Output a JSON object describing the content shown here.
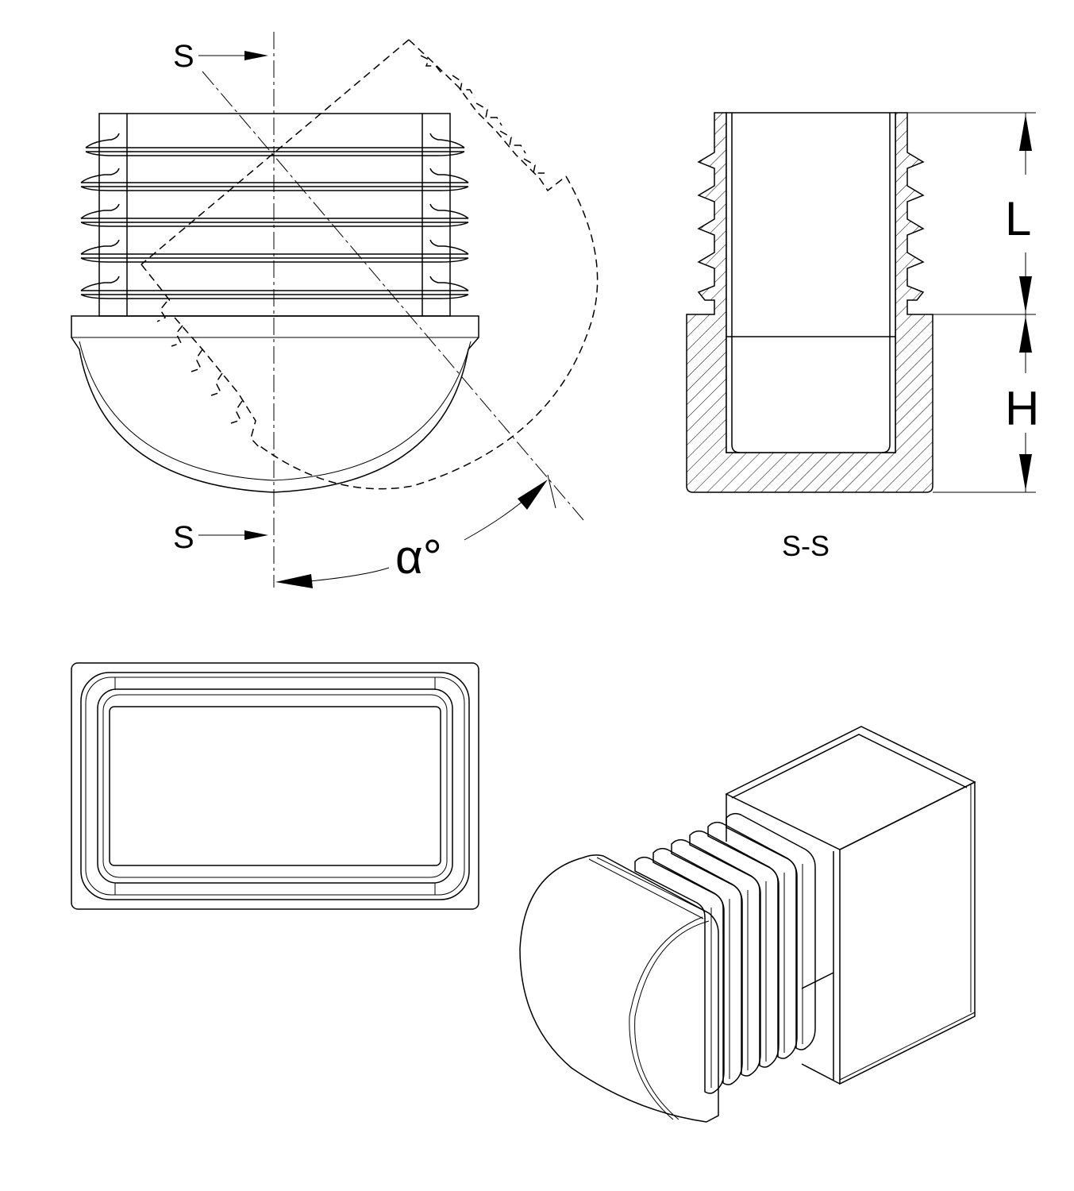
{
  "labels": {
    "section_mark_top": "S",
    "section_mark_bottom": "S",
    "angle": "α°",
    "section_title": "S-S",
    "dim_L": "L",
    "dim_H": "H"
  },
  "colors": {
    "line": "#000000",
    "background": "#ffffff"
  }
}
